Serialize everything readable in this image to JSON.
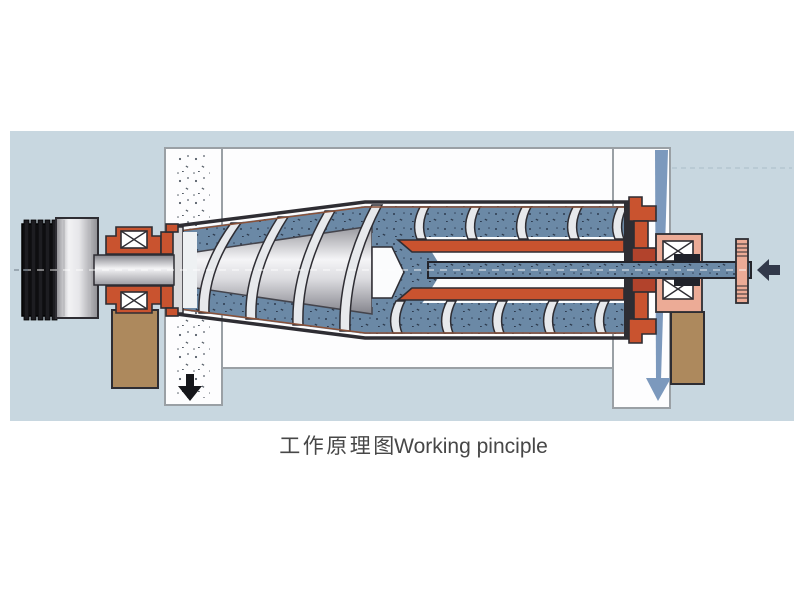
{
  "caption": {
    "zh": "工作原理图",
    "en": "Working pinciple"
  },
  "icons": {
    "solids_discharge_arrow": "down-arrow",
    "liquid_discharge_arrow": "down-arrow",
    "feed_inlet_arrow": "left-arrow"
  },
  "colors": {
    "panel": "#c8d7e0",
    "outline": "#2e2d33",
    "casing": "#9aa0a5",
    "orange": "#c9532f",
    "deepred": "#b2432c",
    "salmon": "#ecab96",
    "slurry": "#6b89a6",
    "tan": "#ad895d",
    "wedge": "#7c99bd",
    "arrow": "#31384a",
    "caption_text": "#474747"
  }
}
